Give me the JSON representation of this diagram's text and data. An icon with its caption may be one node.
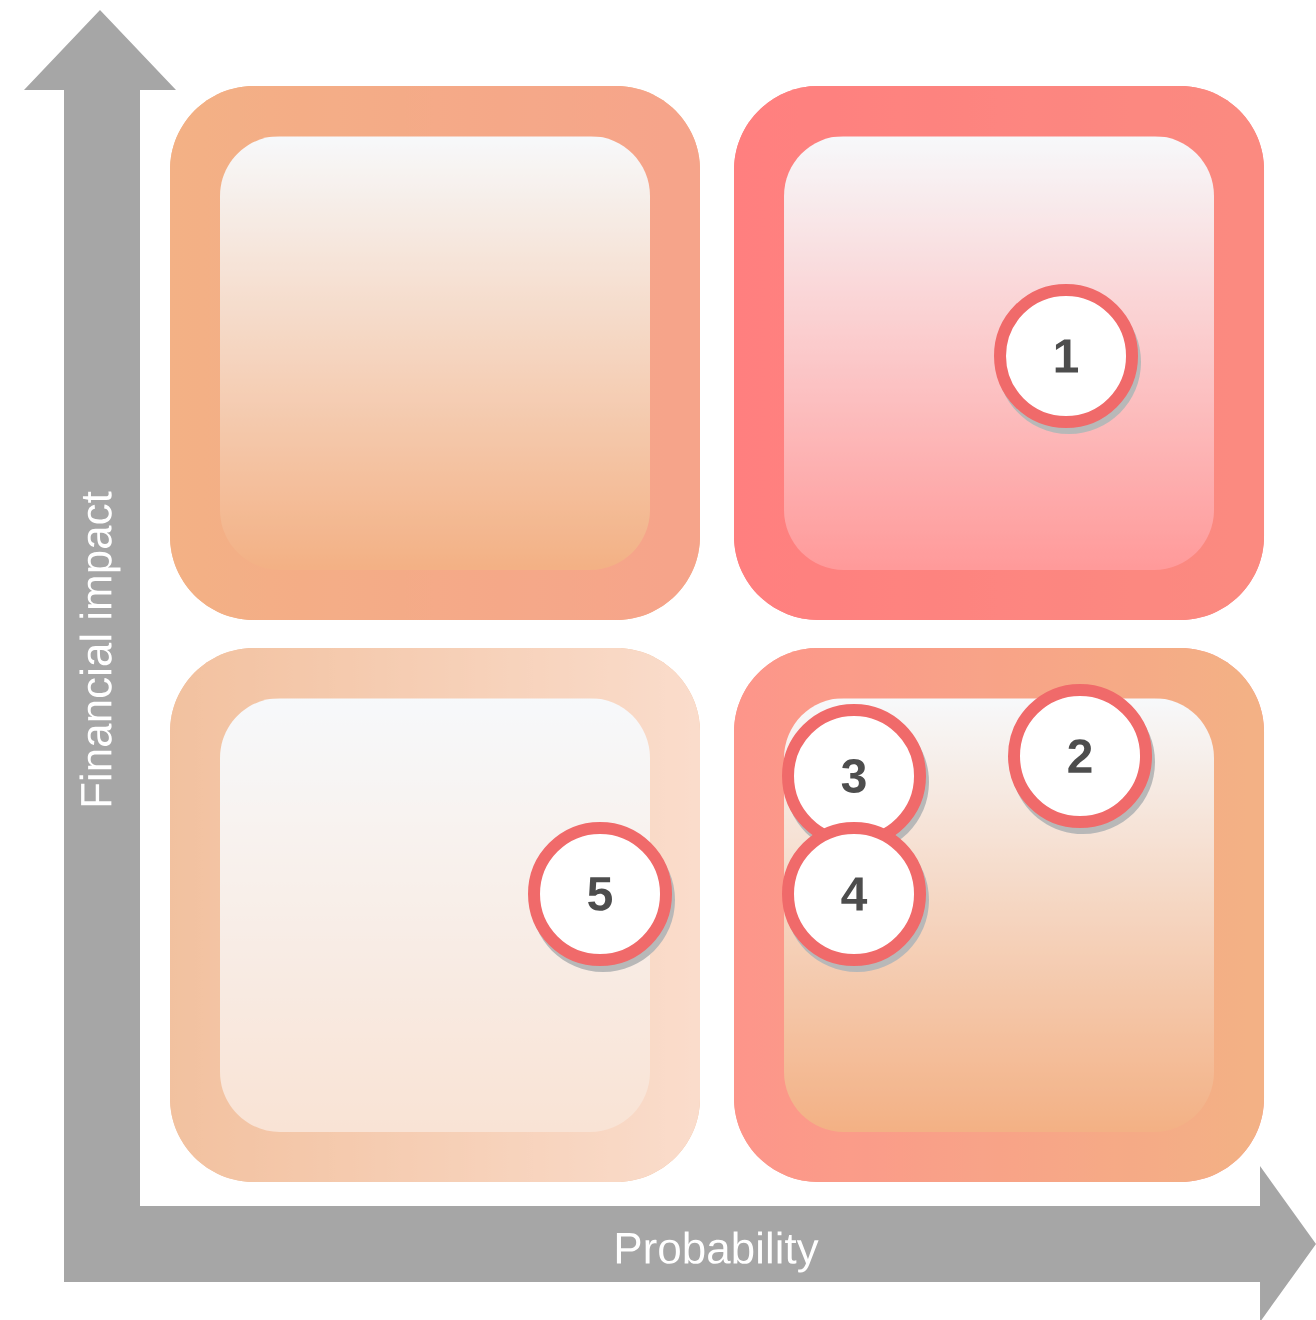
{
  "diagram": {
    "nodes": [
      {
        "text": [],
        "shape": "box"
      },
      {
        "text": [],
        "shape": "box"
      },
      {
        "text": [],
        "shape": "box"
      },
      {
        "text": [],
        "shape": "box"
      },
      {
        "text": [
          "1"
        ],
        "in": 1
      },
      {
        "text": [
          "2"
        ],
        "in": 3
      },
      {
        "text": [
          "3"
        ],
        "in": 3
      },
      {
        "text": [
          "4"
        ],
        "in": 3
      },
      {
        "text": [
          "5"
        ],
        "in": 2
      }
    ],
    "labels": [
      "Financial impact",
      "Probability"
    ]
  }
}
